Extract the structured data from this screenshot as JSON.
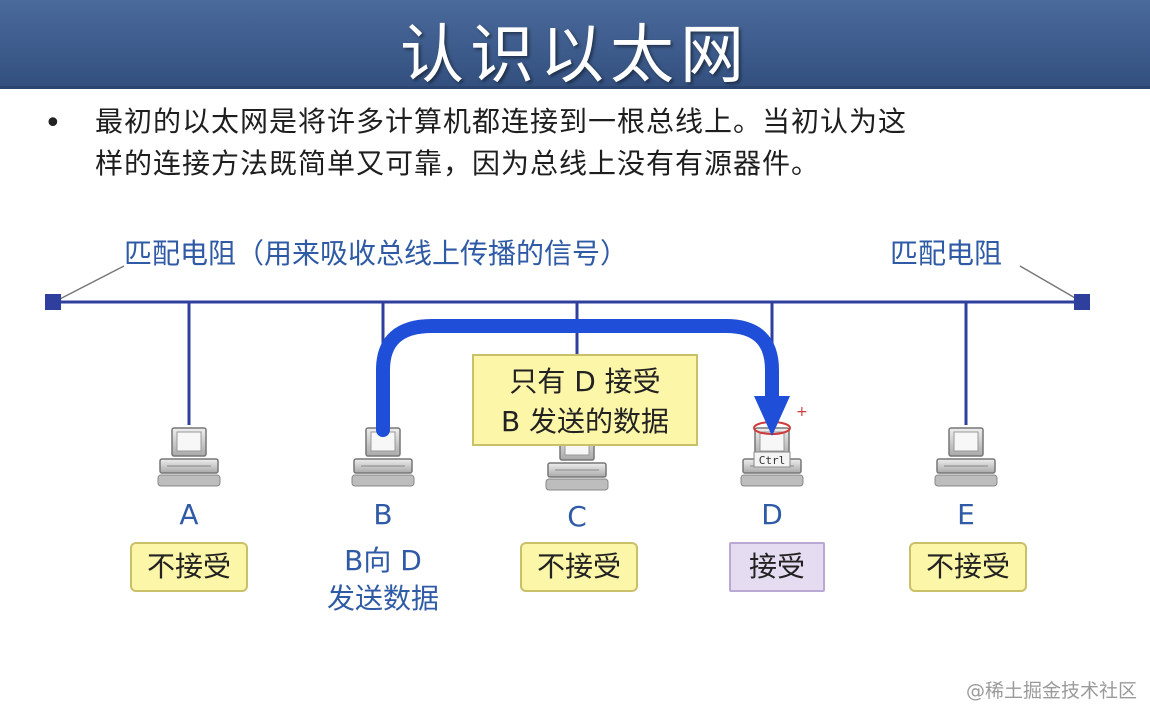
{
  "title": "认识以太网",
  "bullet": {
    "line1": "最初的以太网是将许多计算机都连接到一根总线上。当初认为这",
    "line2": "样的连接方法既简单又可靠，因为总线上没有有源器件。"
  },
  "diagram": {
    "terminator_left_label": "匹配电阻（用来吸收总线上传播的信号）",
    "terminator_right_label": "匹配电阻",
    "stations": [
      {
        "id": "A",
        "status": "不接受",
        "accepted": false
      },
      {
        "id": "B",
        "status": "B向 D",
        "status2": "发送数据",
        "sender": true
      },
      {
        "id": "C",
        "status": "不接受",
        "accepted": false
      },
      {
        "id": "D",
        "status": "接受",
        "accepted": true,
        "screen_text": "Ctrl"
      },
      {
        "id": "E",
        "status": "不接受",
        "accepted": false
      }
    ],
    "note_line1": "只有 D 接受",
    "note_line2": "B 发送的数据",
    "colors": {
      "bus": "#2f3f9e",
      "arrow": "#1f4fd8",
      "label": "#2f5aa5"
    }
  },
  "watermark": "@稀土掘金技术社区"
}
